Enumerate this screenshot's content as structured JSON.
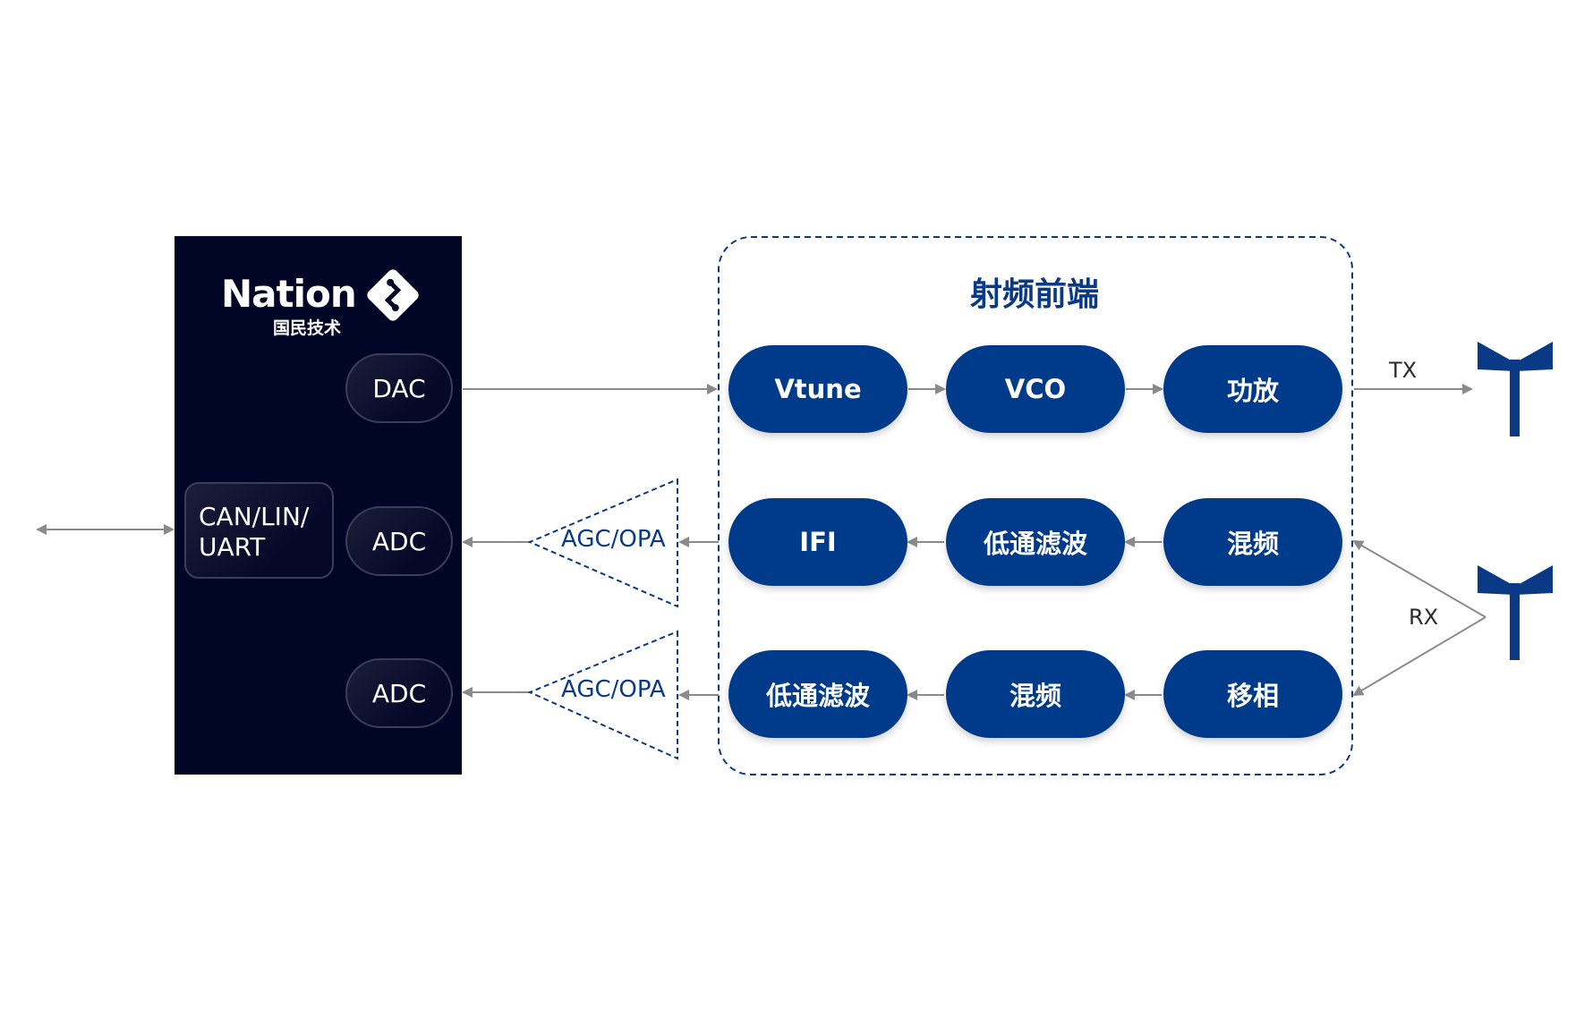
{
  "mcu": {
    "brand": "Nation",
    "brand_cn": "国民技术",
    "dac": "DAC",
    "adc_1": "ADC",
    "adc_2": "ADC",
    "bus_line1": "CAN/LIN/",
    "bus_line2": "UART"
  },
  "rf_frontend": {
    "title": "射频前端",
    "tx_chain": [
      "Vtune",
      "VCO",
      "功放"
    ],
    "rx_i_chain": [
      "IFI",
      "低通滤波",
      "混频"
    ],
    "rx_q_chain": [
      "低通滤波",
      "混频",
      "移相"
    ]
  },
  "amplifiers": {
    "agc1": "AGC/OPA",
    "agc2": "AGC/OPA"
  },
  "ports": {
    "tx": "TX",
    "rx": "RX"
  },
  "colors": {
    "mcu_bg": "#020626",
    "rf_block": "#003b8b",
    "rf_border": "#0a3a86",
    "arrow": "#8a8a8a"
  }
}
